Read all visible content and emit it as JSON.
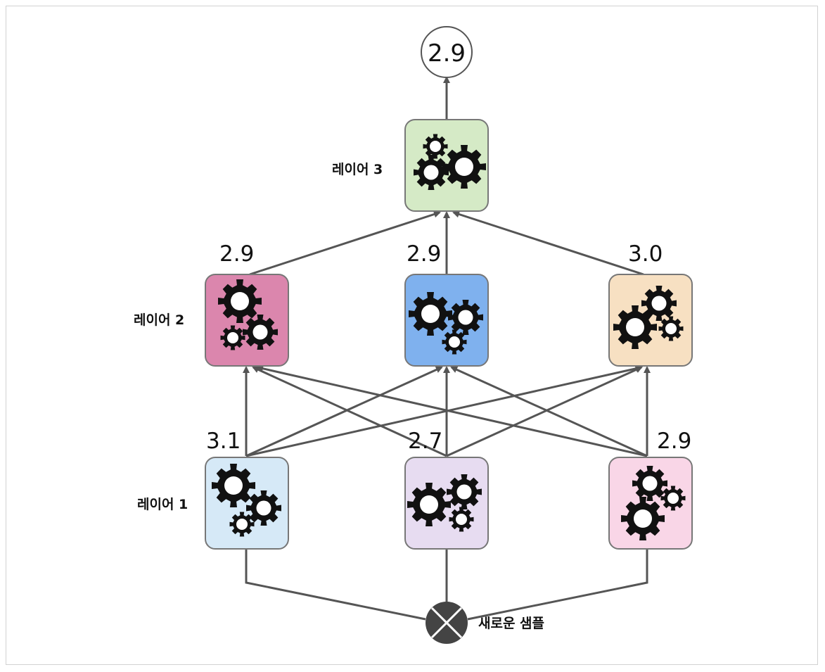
{
  "output": {
    "value": "2.9"
  },
  "input": {
    "label": "새로운 샘플"
  },
  "layers": [
    {
      "label": "레이어 1",
      "models": [
        {
          "value": "3.1",
          "fill": "#d6e9f7"
        },
        {
          "value": "2.7",
          "fill": "#e7dcf1"
        },
        {
          "value": "2.9",
          "fill": "#f9d6e7"
        }
      ]
    },
    {
      "label": "레이어 2",
      "models": [
        {
          "value": "2.9",
          "fill": "#db86ad"
        },
        {
          "value": "2.9",
          "fill": "#7fb1ee"
        },
        {
          "value": "3.0",
          "fill": "#f7e0c2"
        }
      ]
    },
    {
      "label": "레이어 3",
      "models": [
        {
          "fill": "#d5eac6"
        }
      ]
    }
  ],
  "icons": {
    "model": "gears-icon",
    "input": "cross-circle-icon"
  },
  "colors": {
    "arrow": "#555555",
    "box_border": "#777777"
  }
}
